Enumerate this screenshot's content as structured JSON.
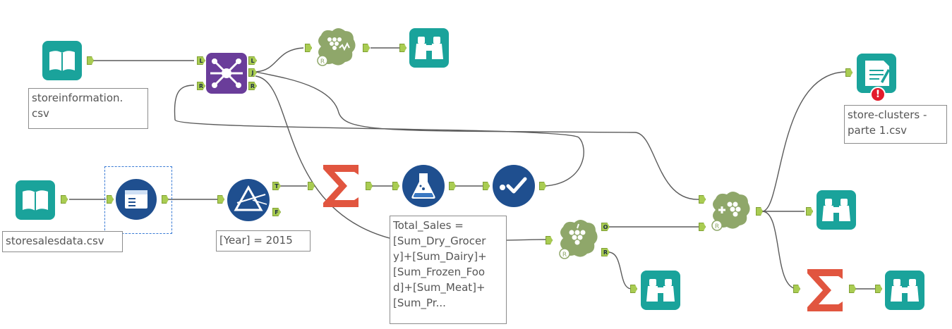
{
  "canvas": {
    "background": "#ffffff"
  },
  "colors": {
    "teal": "#1aa39b",
    "navy": "#1f4f8f",
    "purple": "#6a3d9a",
    "orange": "#e1553f",
    "olive": "#8fa76a",
    "anchor": "#a9cc52",
    "error": "#e21b2b"
  },
  "anchors": {
    "L": "L",
    "J": "J",
    "R": "R",
    "T": "T",
    "F": "F",
    "O": "O"
  },
  "annotations": {
    "storeinformation": "storeinformation.\ncsv",
    "storesalesdata": "storesalesdata.csv",
    "filter": "[Year] = 2015",
    "formula": "Total_Sales =\n[Sum_Dry_Grocer\ny]+[Sum_Dairy]+\n[Sum_Frozen_Foo\nd]+[Sum_Meat]+\n[Sum_Pr...",
    "output": "store-clusters -\nparte 1.csv"
  },
  "tools": [
    {
      "name": "input-data-storeinformation",
      "icon": "book-icon"
    },
    {
      "name": "join-tool",
      "icon": "join-icon"
    },
    {
      "name": "k-centroids-diagnostics-tool",
      "icon": "grapes-chart-icon"
    },
    {
      "name": "browse-tool-1",
      "icon": "binoculars-icon"
    },
    {
      "name": "output-data-tool",
      "icon": "output-icon"
    },
    {
      "name": "input-data-storesalesdata",
      "icon": "book-icon"
    },
    {
      "name": "select-tool",
      "icon": "select-icon"
    },
    {
      "name": "filter-tool",
      "icon": "filter-icon"
    },
    {
      "name": "summarize-tool-1",
      "icon": "sigma-icon"
    },
    {
      "name": "formula-tool",
      "icon": "flask-icon"
    },
    {
      "name": "standardize-tool",
      "icon": "check-icon"
    },
    {
      "name": "k-centroids-cluster-analysis-tool",
      "icon": "grapes-icon"
    },
    {
      "name": "browse-tool-2",
      "icon": "binoculars-icon"
    },
    {
      "name": "append-cluster-tool",
      "icon": "grapes-plus-icon"
    },
    {
      "name": "browse-tool-3",
      "icon": "binoculars-icon"
    },
    {
      "name": "summarize-tool-2",
      "icon": "sigma-icon"
    },
    {
      "name": "browse-tool-4",
      "icon": "binoculars-icon"
    }
  ]
}
